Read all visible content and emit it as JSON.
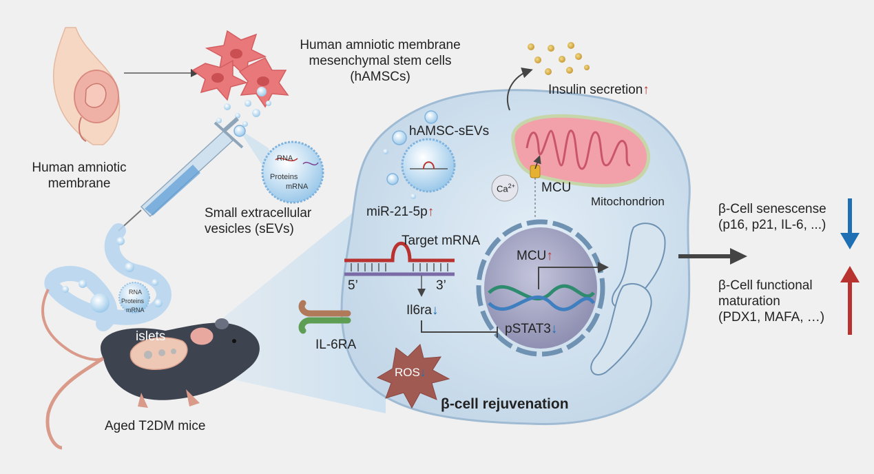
{
  "colors": {
    "background": "#f0f0f0",
    "cell": "#cfe0ee",
    "cell_edge": "#9fbad3",
    "up_arrow": "#b8322f",
    "down_arrow": "#1f6fb5",
    "stem_cell": "#e8787a",
    "mitochondrion": "#f2a0aa",
    "nucleus": "#a7a9c8",
    "il6ra_top": "#b07a5a",
    "il6ra_bottom": "#5d9e54"
  },
  "arrows": {
    "up": "↑",
    "down": "↓"
  },
  "labels": {
    "hamsc_title_1": "Human amniotic membrane",
    "hamsc_title_2": "mesenchymal stem cells",
    "hamsc_title_3": "(hAMSCs)",
    "amniotic_1": "Human amniotic",
    "amniotic_2": "membrane",
    "sev_1": "Small extracellular",
    "sev_2": "vesicles (sEVs)",
    "vesicle_rna": "RNA",
    "vesicle_proteins": "Proteins",
    "vesicle_mrna": "mRNA",
    "mouse_caption": "Aged T2DM mice",
    "islets": "islets",
    "insulin": "Insulin secretion",
    "hamsc_sevs": "hAMSC-sEVs",
    "mir": "miR-21-5p",
    "target_mrna": "Target mRNA",
    "five_prime": "5’",
    "three_prime": "3’",
    "il6ra_gene": "Il6ra",
    "il6ra_receptor": "IL-6RA",
    "ros": "ROS",
    "mcu_nucleus": "MCU",
    "pstat3": "pSTAT3",
    "ca": "Ca",
    "ca_sup": "2+",
    "mcu_channel": "MCU",
    "mitochondrion": "Mitochondrion",
    "rejuvenation": "β-cell rejuvenation",
    "senescence_1": "β-Cell senescense",
    "senescence_2": "(p16, p21, IL-6, ...)",
    "maturation_1": "β-Cell functional",
    "maturation_2": "maturation",
    "maturation_3": "(PDX1, MAFA, …)"
  }
}
